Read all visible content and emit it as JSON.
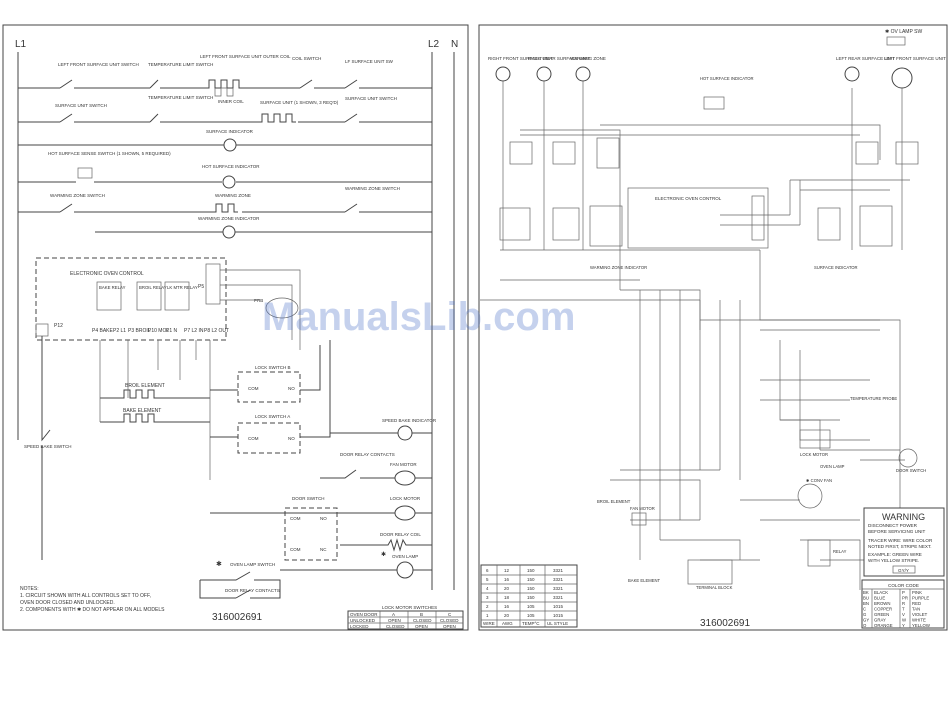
{
  "left_panel": {
    "line_l1": "L1",
    "line_l2": "L2",
    "line_n": "N",
    "labels": {
      "lf_surface_unit_switch": "LEFT FRONT SURFACE UNIT SWITCH",
      "temp_limit_switch_1": "TEMPERATURE LIMIT SWITCH",
      "lf_surface_unit_outer": "LEFT FRONT SURFACE UNIT OUTER COIL",
      "inner_coil": "INNER COIL",
      "coil_switch": "COIL SWITCH",
      "lf_surface_unit_sw": "LF SURFACE UNIT SW",
      "surface_unit_switch": "SURFACE UNIT SWITCH",
      "temp_limit_switch_2": "TEMPERATURE LIMIT SWITCH",
      "surface_unit_shown": "SURFACE UNIT (1 SHOWN, 3 REQ'D)",
      "surface_unit_switch_r": "SURFACE UNIT SWITCH",
      "surface_indicator": "SURFACE INDICATOR",
      "hot_surface_sense": "HOT SURFACE SENSE SWITCH (1 SHOWN, 5 REQUIRED)",
      "hot_surface_indicator": "HOT SURFACE INDICATOR",
      "warming_zone": "WARMING ZONE",
      "warming_zone_switch": "WARMING ZONE SWITCH",
      "warming_zone_switch_r": "WARMING ZONE SWITCH",
      "warming_zone_indicator": "WARMING ZONE INDICATOR",
      "electronic_oven_control": "ELECTRONIC OVEN CONTROL",
      "bake_relay": "BAKE RELAY",
      "broil_relay": "BROIL RELAY",
      "lk_mtr_relay": "LK MTR RELAY",
      "p4_bake": "P4 BAKE",
      "p2_l1": "P2 L1",
      "p3_broil": "P3 BROIL",
      "p10_mol": "P10 MOL",
      "p1_n": "P1 N",
      "p7_l2_in": "P7 L2 IN",
      "p8_l2_out": "P8 L2 OUT",
      "p5": "P5",
      "p12": "P12",
      "prb": "PRB",
      "broil_element": "BROIL ELEMENT",
      "bake_element": "BAKE ELEMENT",
      "lock_switch_b": "LOCK SWITCH B",
      "lock_switch_a": "LOCK SWITCH A",
      "com": "COM",
      "no": "NO",
      "nc": "NC",
      "speed_bake_switch": "SPEED BAKE SWITCH",
      "speed_bake_indicator": "SPEED BAKE INDICATOR",
      "door_relay_contacts": "DOOR RELAY CONTACTS",
      "fan_motor": "FAN MOTOR",
      "lock_motor": "LOCK MOTOR",
      "door_switch": "DOOR SWITCH",
      "door_relay_coil": "DOOR RELAY COIL",
      "oven_lamp": "OVEN LAMP",
      "oven_lamp_switch": "OVEN LAMP SWITCH",
      "door_relay_contacts_2": "DOOR RELAY CONTACTS",
      "star": "✱"
    },
    "notes": [
      "NOTES:",
      "1.  CIRCUIT SHOWN WITH ALL CONTROLS SET TO OFF,",
      "     OVEN DOOR CLOSED AND UNLOCKED.",
      "2.  COMPONENTS WITH  ✱  DO NOT APPEAR ON ALL MODELS"
    ],
    "part_number": "316002691",
    "lock_table": {
      "title": "LOCK MOTOR SWITCHES",
      "header": [
        "OVEN DOOR",
        "A",
        "B",
        "C"
      ],
      "rows": [
        [
          "UNLOCKED",
          "OPEN",
          "CLOSED",
          "CLOSED"
        ],
        [
          "LOCKED",
          "CLOSED",
          "OPEN",
          "OPEN"
        ]
      ]
    }
  },
  "right_panel": {
    "labels": {
      "right_front_unit": "RIGHT FRONT SURFACE UNIT",
      "right_rear_unit": "RIGHT REAR SURFACE UNIT",
      "warming_zone": "WARMING ZONE",
      "hot_surface_indicator": "HOT SURFACE INDICATOR",
      "left_rear_unit": "LEFT REAR SURFACE UNIT",
      "left_front_unit": "LEFT FRONT SURFACE UNIT",
      "ov_lamp_sw": "✱ OV LAMP SW",
      "electronic_oven_control": "ELECTRONIC OVEN CONTROL",
      "warming_zone_indicator": "WARMING ZONE INDICATOR",
      "surface_indicator": "SURFACE INDICATOR",
      "temperature_probe": "TEMPERATURE PROBE",
      "lock_motor": "LOCK MOTOR",
      "door_switch": "DOOR SWITCH",
      "oven_lamp": "OVEN LAMP",
      "conv_fan": "✱ CONV FAN",
      "broil_element": "BROIL ELEMENT",
      "fan_motor": "FAN MOTOR",
      "bake_element": "BAKE ELEMENT",
      "terminal_block": "TERMINAL BLOCK",
      "relay": "RELAY"
    },
    "wire_table": {
      "rows": [
        [
          "6",
          "12",
          "150",
          "3321"
        ],
        [
          "5",
          "16",
          "150",
          "3321"
        ],
        [
          "4",
          "20",
          "150",
          "3321"
        ],
        [
          "3",
          "18",
          "150",
          "3321"
        ],
        [
          "2",
          "16",
          "105",
          "1015"
        ],
        [
          "1",
          "20",
          "105",
          "1015"
        ]
      ],
      "header": [
        "WIRE",
        "AWG",
        "TEMP°C",
        "UL STYLE"
      ]
    },
    "warning": {
      "title": "WARNING",
      "lines": [
        "DISCONNECT POWER",
        "BEFORE SERVICING UNIT",
        "TRACER WIRE: WIRE COLOR",
        "NOTED FIRST, STRIPE NEXT.",
        "EXAMPLE: GREEN WIRE",
        "WITH YELLOW STRIPE.",
        "GY/Y"
      ]
    },
    "color_code": {
      "title": "COLOR CODE",
      "rows": [
        [
          "BK",
          "BLACK",
          "P",
          "PINK"
        ],
        [
          "BU",
          "BLUE",
          "PR",
          "PURPLE"
        ],
        [
          "BN",
          "BROWN",
          "R",
          "RED"
        ],
        [
          "C",
          "COPPER",
          "T",
          "TAN"
        ],
        [
          "G",
          "GREEN",
          "V",
          "VIOLET"
        ],
        [
          "GY",
          "GRAY",
          "W",
          "WHITE"
        ],
        [
          "O",
          "ORANGE",
          "Y",
          "YELLOW"
        ]
      ]
    },
    "part_number": "316002691"
  },
  "watermark": "ManualsLib.com"
}
